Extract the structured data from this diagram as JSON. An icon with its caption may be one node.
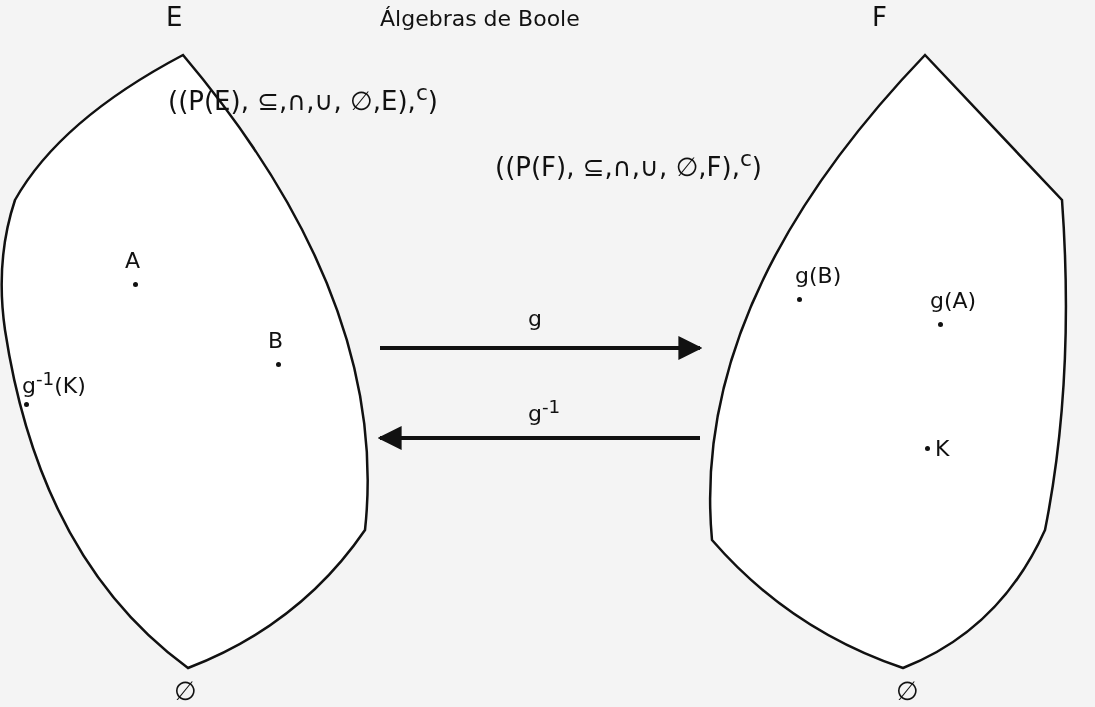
{
  "diagram": {
    "title": "Álgebras de Boole",
    "nodes": [
      {
        "text": [
          "E",
          "∅"
        ]
      },
      {
        "text": [
          "A"
        ],
        "in": 0
      },
      {
        "text": [
          "B"
        ],
        "in": 0
      },
      {
        "text": [
          "g$^{-1}$(K)"
        ],
        "in": 0
      },
      {
        "text": [
          "F",
          "∅"
        ]
      },
      {
        "text": [
          "g(B)"
        ],
        "in": 4
      },
      {
        "text": [
          "g(A)"
        ],
        "in": 4
      },
      {
        "text": [
          "K"
        ],
        "in": 4
      }
    ],
    "edges": [
      {
        "from": 0,
        "to": 4,
        "arrow": "to",
        "label": "g"
      },
      {
        "from": 4,
        "to": 0,
        "arrow": "to",
        "label": "g$^{-1}$"
      }
    ],
    "labels": [
      "((P(E), ⊆,∩,∪, ∅,E),$^{c}$)",
      "((P(F), ⊆,∩,∪, ∅,F),$^{c}$)"
    ]
  }
}
